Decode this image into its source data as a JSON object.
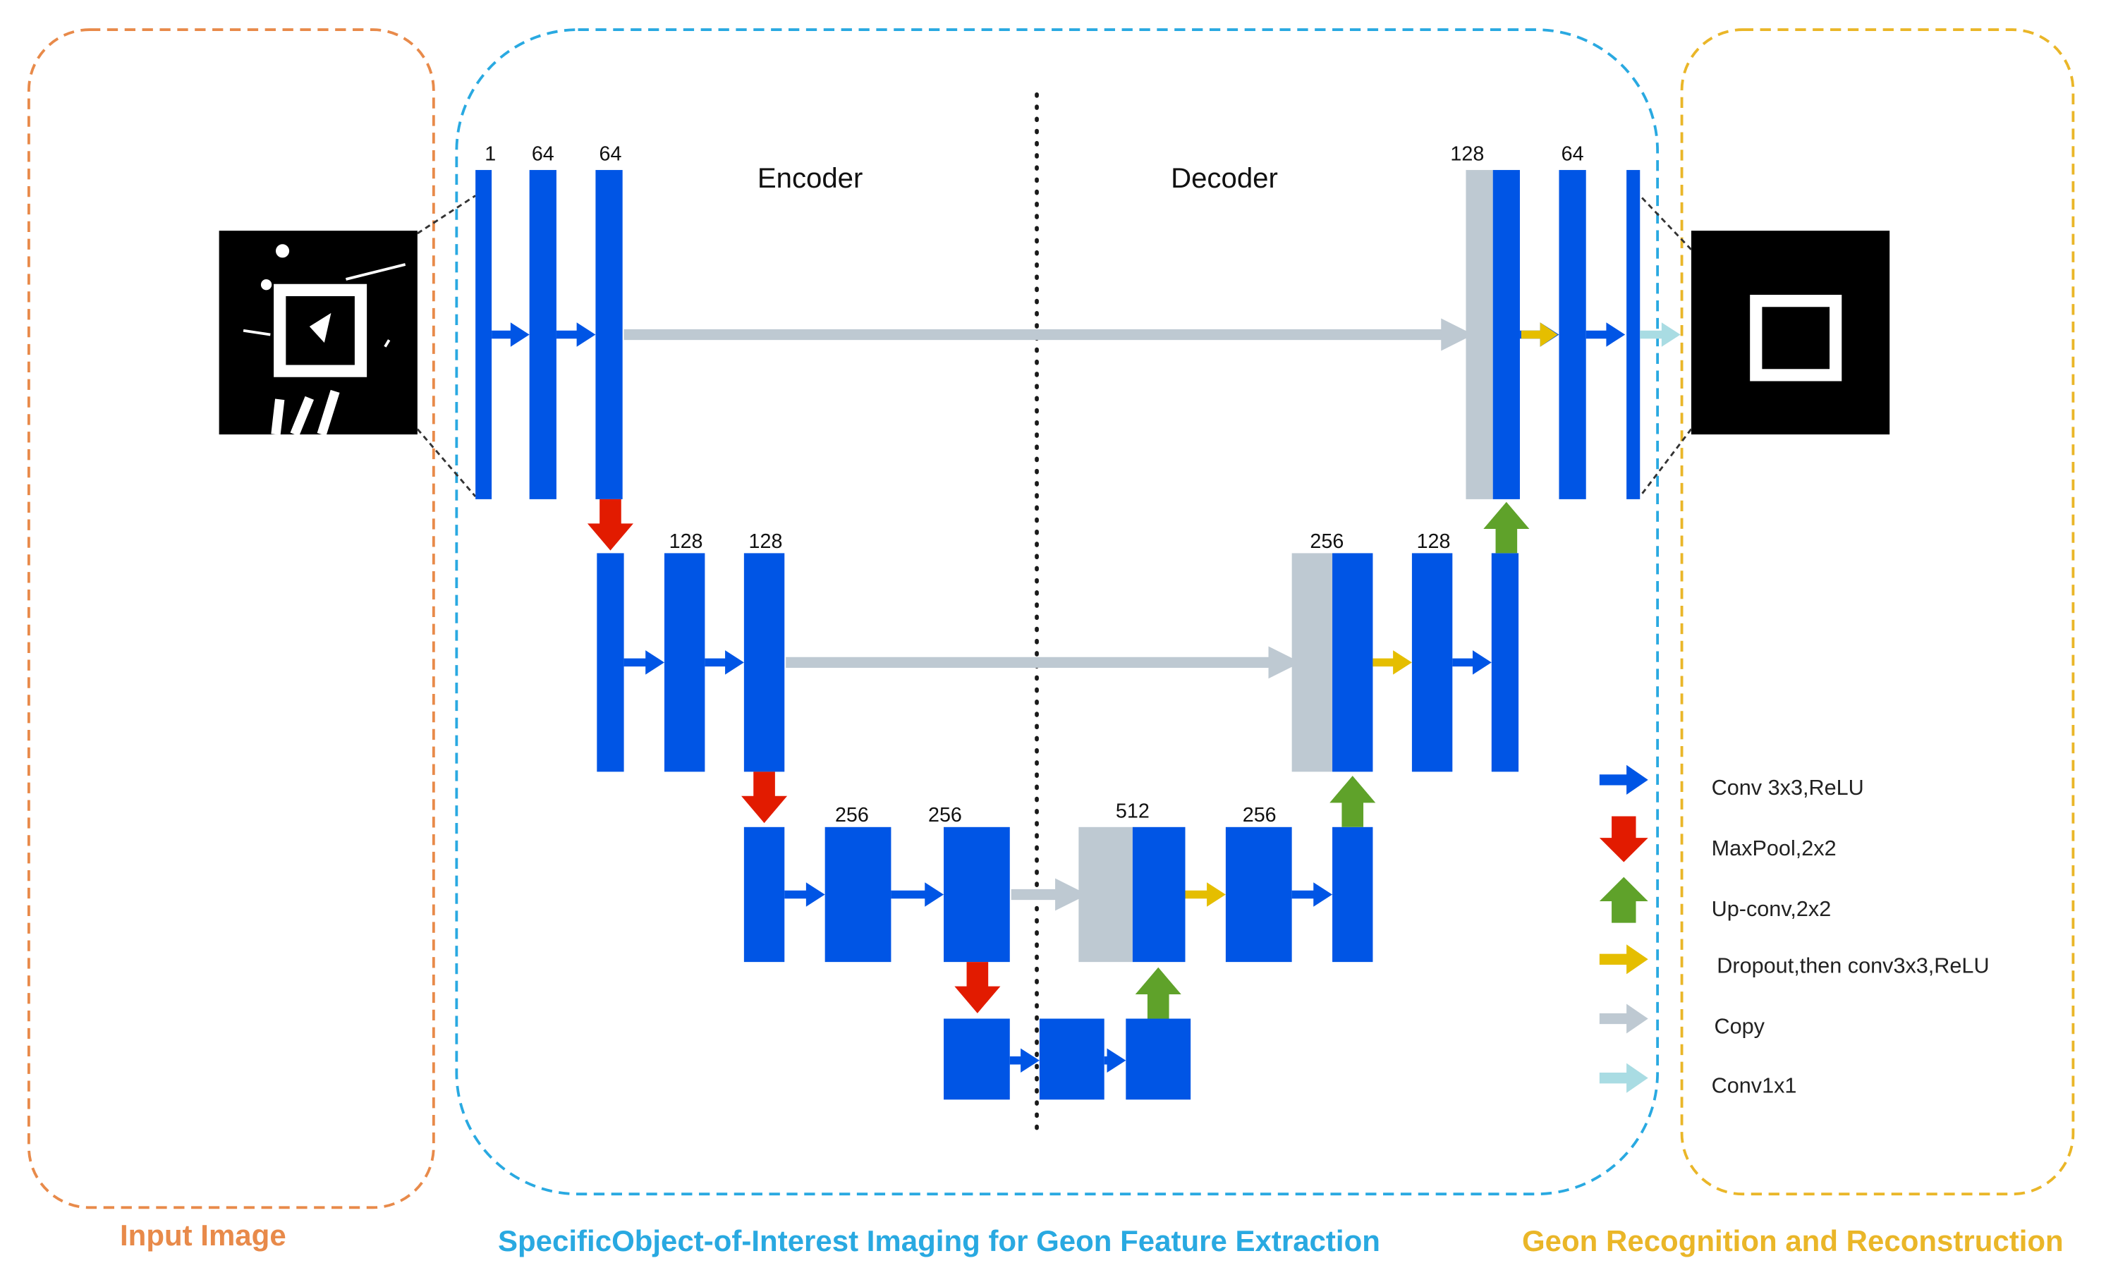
{
  "colors": {
    "conv_blue": "#0055E5",
    "maxpool_red": "#E21B00",
    "upconv_green": "#5FA22A",
    "dropout_yellow": "#E5BE00",
    "copy_gray": "#BEC9D2",
    "conv1x1_cyan": "#A9DCE3",
    "input_orange": "#E88A4A",
    "imaging_blue": "#29A9E1",
    "recon_yellow": "#EAB628"
  },
  "sections": {
    "input": {
      "label": "Input Image"
    },
    "imaging": {
      "label": "SpecificObject-of-Interest Imaging for Geon Feature Extraction"
    },
    "recon": {
      "label": "Geon Recognition and Reconstruction"
    }
  },
  "headers": {
    "encoder": "Encoder",
    "decoder": "Decoder"
  },
  "channel_labels": {
    "l1_in": "1",
    "l1_a": "64",
    "l1_b": "64",
    "l2_a": "128",
    "l2_b": "128",
    "l3_a": "256",
    "l3_b": "256",
    "l3_up": "512",
    "l3_c": "256",
    "l2_up": "256",
    "l2_c": "128",
    "l1_up": "128",
    "l1_c": "64"
  },
  "legend": [
    {
      "icon": "conv-arrow-icon",
      "label": "Conv 3x3,ReLU"
    },
    {
      "icon": "maxpool-arrow-icon",
      "label": "MaxPool,2x2"
    },
    {
      "icon": "upconv-arrow-icon",
      "label": "Up-conv,2x2"
    },
    {
      "icon": "dropout-arrow-icon",
      "label": "Dropout,then conv3x3,ReLU"
    },
    {
      "icon": "copy-arrow-icon",
      "label": "Copy"
    },
    {
      "icon": "conv1x1-arrow-icon",
      "label": "Conv1x1"
    }
  ]
}
